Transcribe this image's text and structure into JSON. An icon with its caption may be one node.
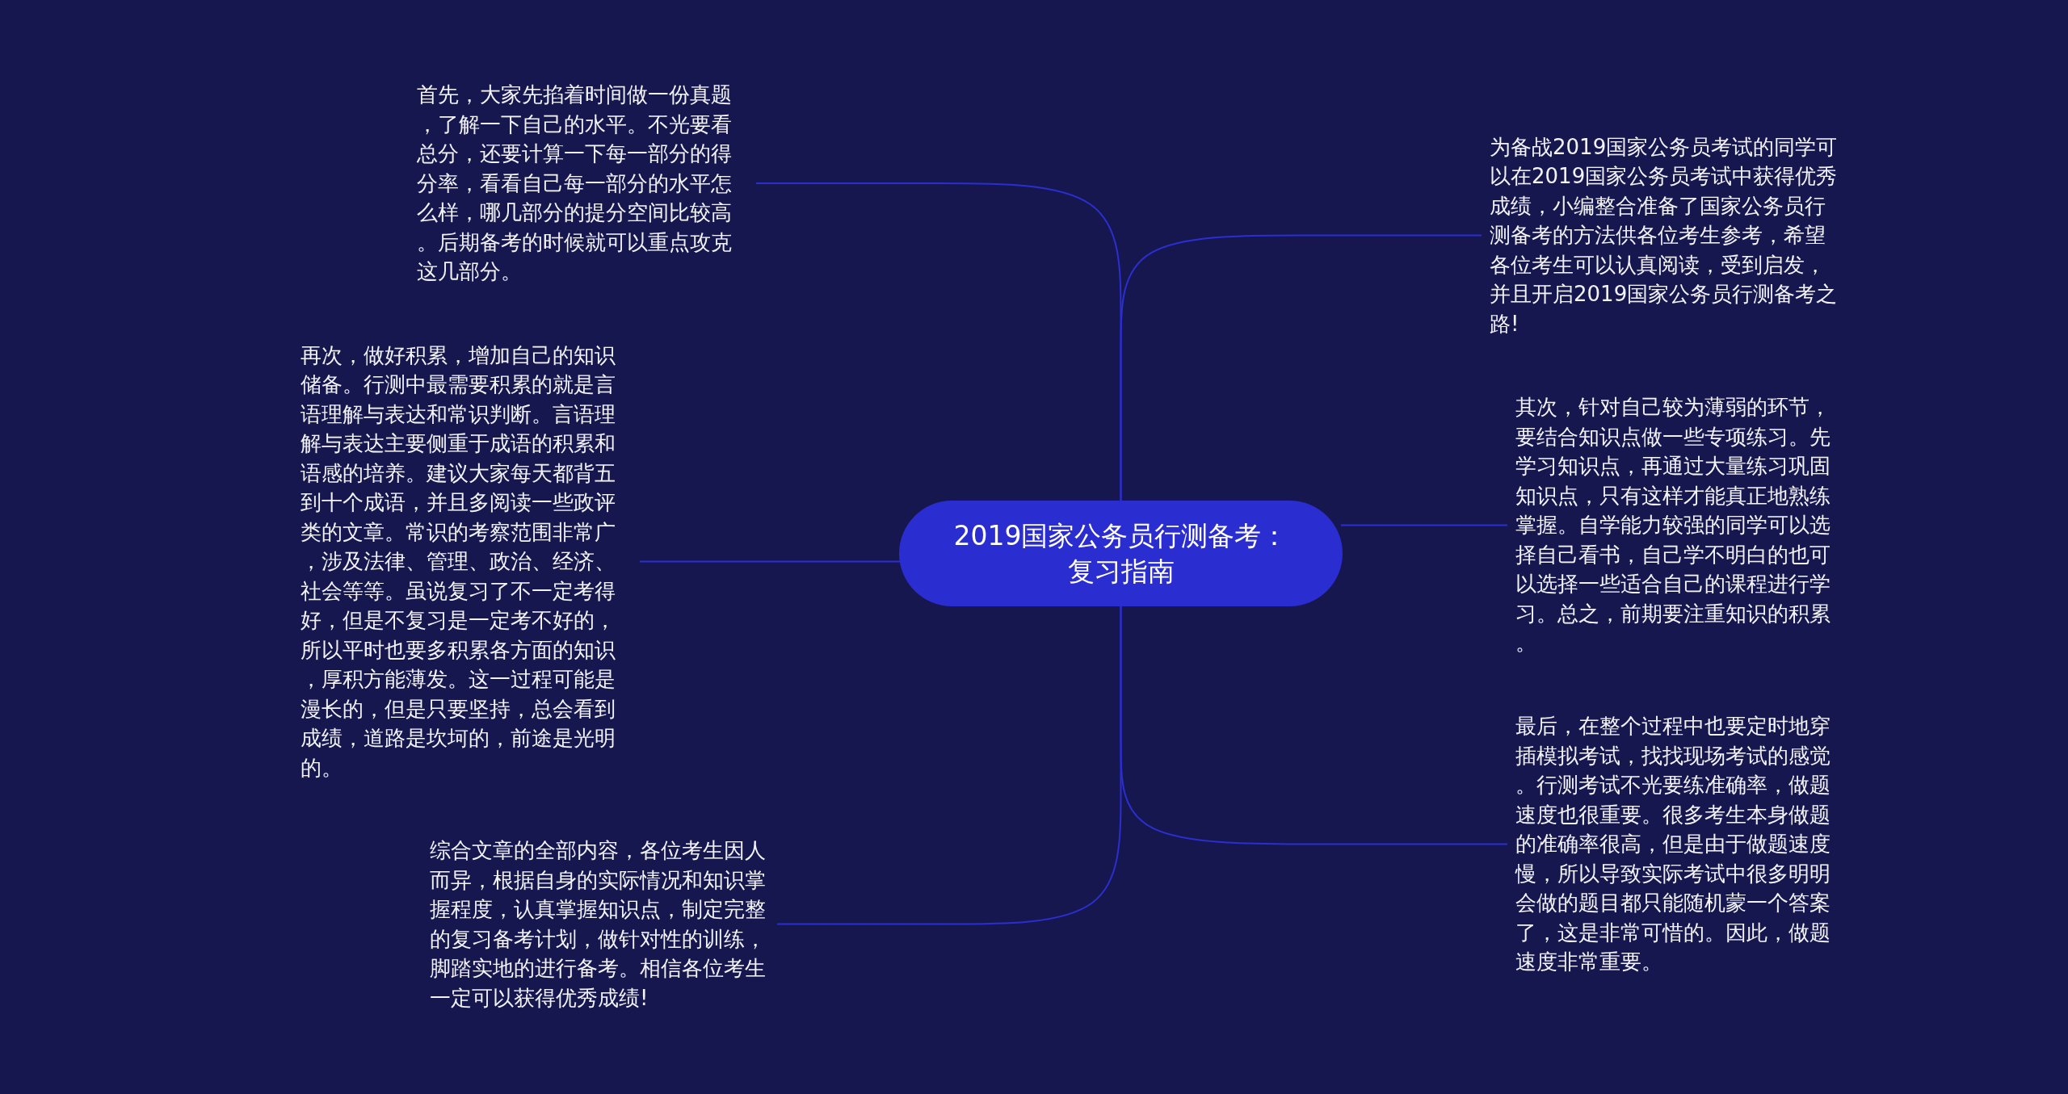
{
  "diagram": {
    "nodes": [
      {
        "text": [
          "2019国家公务员行测备考：复习指南"
        ]
      },
      {
        "text": [
          "首先，大家先掐着时间做一份真题，了解一下自己的水平。不光要看总分，还要计算一下每一部分的得分率，看看自己每一部分的水平怎么样，哪几部分的提分空间比较高。后期备考的时候就可以重点攻克这几部分。"
        ]
      },
      {
        "text": [
          "再次，做好积累，增加自己的知识储备。行测中最需要积累的就是言语理解与表达和常识判断。言语理解与表达主要侧重于成语的积累和语感的培养。建议大家每天都背五到十个成语，并且多阅读一些政评类的文章。常识的考察范围非常广，涉及法律、管理、政治、经济、社会等等。虽说复习了不一定考得好，但是不复习是一定考不好的，所以平时也要多积累各方面的知识，厚积方能薄发。这一过程可能是漫长的，但是只要坚持，总会看到成绩，道路是坎坷的，前途是光明的。"
        ]
      },
      {
        "text": [
          "综合文章的全部内容，各位考生因人而异，根据自身的实际情况和知识掌握程度，认真掌握知识点，制定完整的复习备考计划，做针对性的训练，脚踏实地的进行备考。相信各位考生一定可以获得优秀成绩!"
        ]
      },
      {
        "text": [
          "为备战2019国家公务员考试的同学可以在2019国家公务员考试中获得优秀成绩，小编整合准备了国家公务员行测备考的方法供各位考生参考，希望各位考生可以认真阅读，受到启发，并且开启2019国家公务员行测备考之路!"
        ]
      },
      {
        "text": [
          "其次，针对自己较为薄弱的环节，要结合知识点做一些专项练习。先学习知识点，再通过大量练习巩固知识点，只有这样才能真正地熟练掌握。自学能力较强的同学可以选择自己看书，自己学不明白的也可以选择一些适合自己的课程进行学习。总之，前期要注重知识的积累。"
        ]
      },
      {
        "text": [
          "最后，在整个过程中也要定时地穿插模拟考试，找找现场考试的感觉。行测考试不光要练准确率，做题速度也很重要。很多考生本身做题的准确率很高，但是由于做题速度慢，所以导致实际考试中很多明明会做的题目都只能随机蒙一个答案了，这是非常可惜的。因此，做题速度非常重要。"
        ]
      }
    ],
    "edges": [
      {
        "from": 0,
        "to": 1,
        "arrow": "none"
      },
      {
        "from": 0,
        "to": 2,
        "arrow": "none"
      },
      {
        "from": 0,
        "to": 3,
        "arrow": "none"
      },
      {
        "from": 0,
        "to": 4,
        "arrow": "none"
      },
      {
        "from": 0,
        "to": 5,
        "arrow": "none"
      },
      {
        "from": 0,
        "to": 6,
        "arrow": "none"
      }
    ]
  }
}
